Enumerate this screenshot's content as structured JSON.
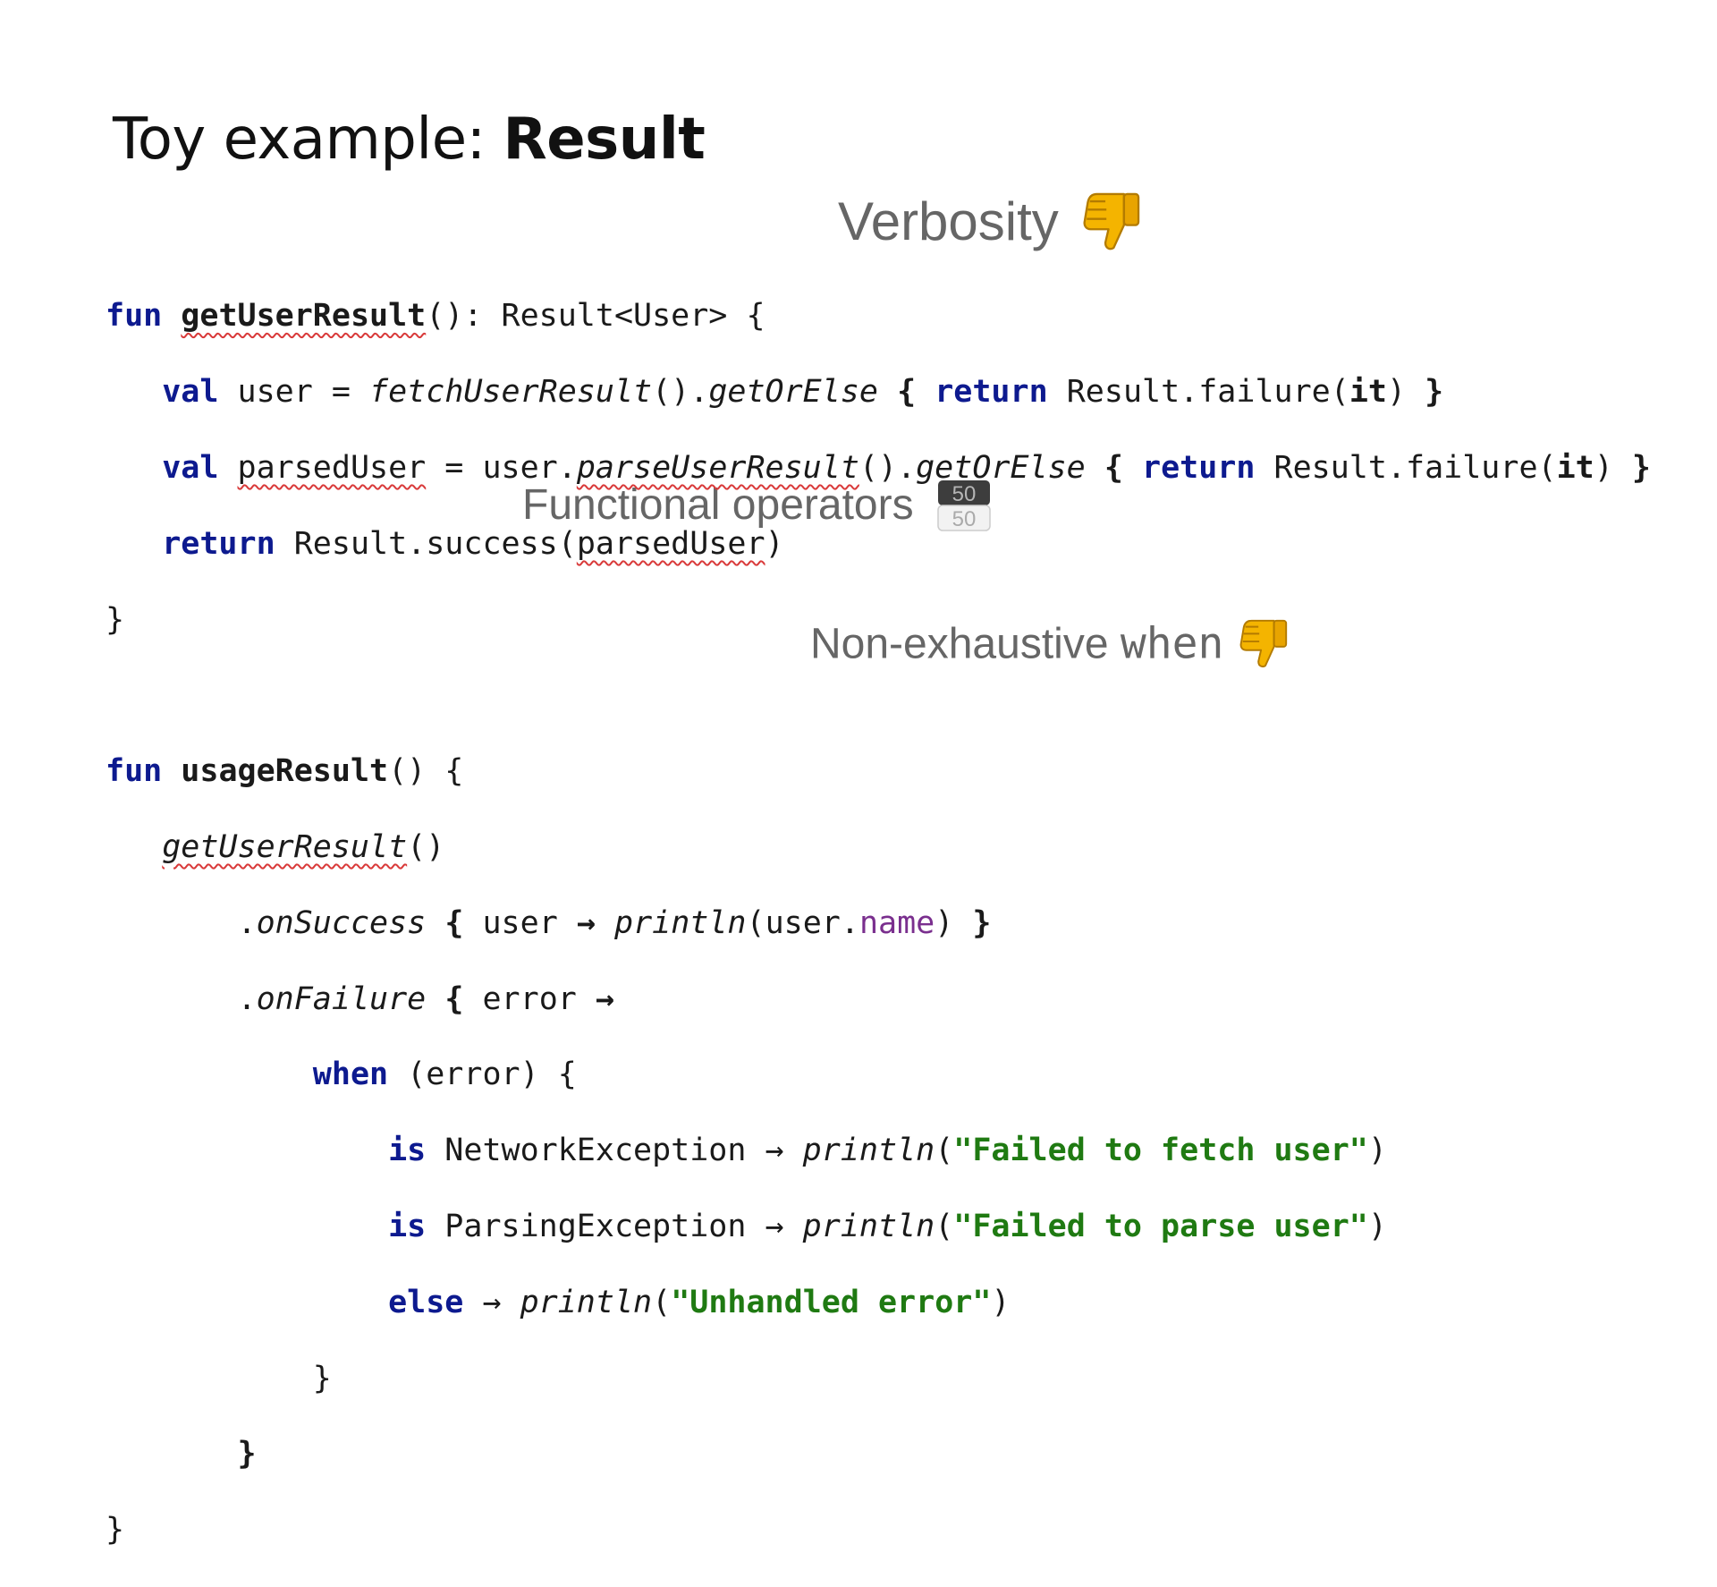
{
  "slide": {
    "title_regular": "Toy example: ",
    "title_bold": "Result"
  },
  "annotations": {
    "verbosity": "Verbosity",
    "functional_operators": "Functional operators",
    "non_exhaustive_prefix": "Non-exhaustive ",
    "non_exhaustive_keyword": "when",
    "score_top": "50",
    "score_bottom": "50"
  },
  "icons": {
    "verbosity_icon": "thumbs-down-icon",
    "functional_icon": "scoreboard-icon",
    "non_exhaustive_icon": "thumbs-down-icon"
  },
  "colors": {
    "keyword": "#0d1a8f",
    "string": "#1f7a12",
    "property": "#7a2f8e",
    "annotation": "#666666",
    "squiggle": "#d93a3a",
    "thumb": "#f4b400"
  },
  "code": {
    "l1": {
      "kw": "fun",
      "fn": "getUserResult",
      "rest": "(): Result<User> {"
    },
    "l2": {
      "kw1": "val",
      "a": "user",
      "b": " = ",
      "c": "fetchUserResult",
      "d": "().",
      "e": "getOrElse",
      "f": "{",
      "kw2": "return",
      "g": " Result.failure(",
      "h": "it",
      "i": ") ",
      "j": "}"
    },
    "l3": {
      "kw1": "val",
      "a": "parsedUser",
      "b": " = user.",
      "c": "parseUserResult",
      "d": "().",
      "e": "getOrElse",
      "f": "{",
      "kw2": "return",
      "g": " Result.failure(",
      "h": "it",
      "i": ") ",
      "j": "}"
    },
    "l4": {
      "kw": "return",
      "a": " Result.success(",
      "b": "parsedUser",
      "c": ")"
    },
    "l5": {
      "a": "}"
    },
    "l7": {
      "kw": "fun",
      "fn": "usageResult",
      "rest": "() {"
    },
    "l8": {
      "a": "getUserResult",
      "b": "()"
    },
    "l9": {
      "a": ".",
      "b": "onSuccess",
      "c": "{",
      "d": " user ",
      "e": "→",
      "f": "println",
      "g": "(user.",
      "h": "name",
      "i": ") ",
      "j": "}"
    },
    "l10": {
      "a": ".",
      "b": "onFailure",
      "c": "{",
      "d": " error ",
      "e": "→"
    },
    "l11": {
      "kw": "when",
      "a": " (error) {"
    },
    "l12": {
      "kw": "is",
      "a": " NetworkException → ",
      "b": "println",
      "c": "(",
      "s": "\"Failed to fetch user\"",
      "d": ")"
    },
    "l13": {
      "kw": "is",
      "a": " ParsingException → ",
      "b": "println",
      "c": "(",
      "s": "\"Failed to parse user\"",
      "d": ")"
    },
    "l14": {
      "kw": "else",
      "a": " → ",
      "b": "println",
      "c": "(",
      "s": "\"Unhandled error\"",
      "d": ")"
    },
    "l15": {
      "a": "}"
    },
    "l16": {
      "a": "}"
    },
    "l17": {
      "a": "}"
    }
  }
}
